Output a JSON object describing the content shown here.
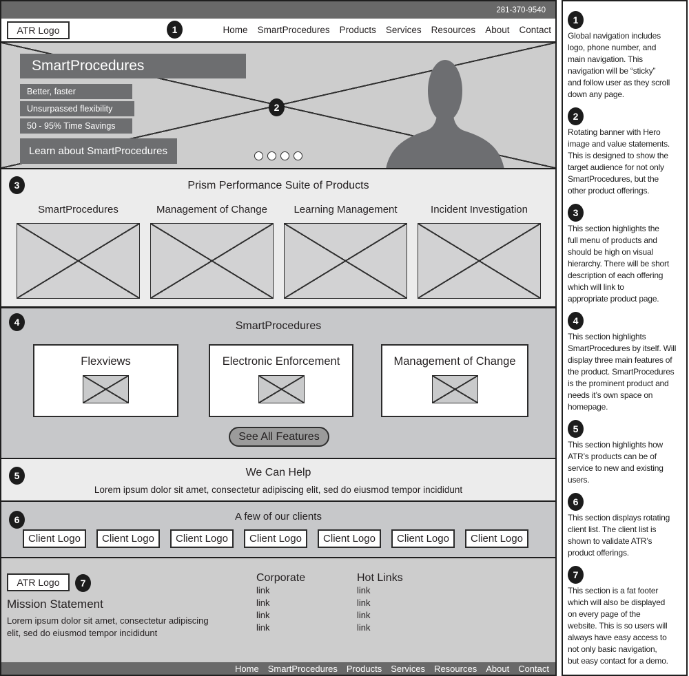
{
  "colors": {
    "bar_dark": "#696969",
    "hero_gray": "#cdcdcd",
    "box_dark": "#6d6e70",
    "section_light": "#ececec",
    "section_mid": "#c7c8ca",
    "badge_black": "#1c1c1c"
  },
  "topbar": {
    "phone": "281-370-9540"
  },
  "nav": {
    "logo": "ATR Logo",
    "items": [
      "Home",
      "SmartProcedures",
      "Products",
      "Services",
      "Resources",
      "About",
      "Contact"
    ]
  },
  "hero": {
    "title": "SmartProcedures",
    "values": [
      "Better, faster",
      "Unsurpassed flexibility",
      "50 - 95% Time Savings"
    ],
    "cta": "Learn about SmartProcedures"
  },
  "products": {
    "title": "Prism Performance Suite of Products",
    "items": [
      "SmartProcedures",
      "Management of Change",
      "Learning Management",
      "Incident Investigation"
    ]
  },
  "features": {
    "title": "SmartProcedures",
    "cards": [
      "Flexviews",
      "Electronic Enforcement",
      "Management of Change"
    ],
    "cta": "See All Features"
  },
  "help": {
    "title": "We Can Help",
    "text": "Lorem ipsum dolor sit amet, consectetur adipiscing elit, sed do eiusmod tempor incididunt"
  },
  "clients": {
    "title": "A few of our clients",
    "items": [
      "Client Logo",
      "Client Logo",
      "Client Logo",
      "Client Logo",
      "Client Logo",
      "Client Logo",
      "Client Logo"
    ]
  },
  "footer": {
    "logo": "ATR Logo",
    "mission_title": "Mission Statement",
    "mission_text": "Lorem ipsum dolor sit amet, consectetur adipiscing\nelit, sed do eiusmod tempor incididunt",
    "columns": [
      {
        "title": "Corporate",
        "links": [
          "link",
          "link",
          "link",
          "link"
        ]
      },
      {
        "title": "Hot Links",
        "links": [
          "link",
          "link",
          "link",
          "link"
        ]
      }
    ]
  },
  "bottombar": {
    "items": [
      "Home",
      "SmartProcedures",
      "Products",
      "Services",
      "Resources",
      "About",
      "Contact"
    ]
  },
  "annotations": [
    {
      "number": "1",
      "text": "Global navigation includes\nlogo, phone number, and\nmain navigation. This\nnavigation will be “sticky”\nand follow user as they scroll\ndown any page."
    },
    {
      "number": "2",
      "text": "Rotating banner with Hero\nimage and value statements.\nThis is designed to show the\ntarget audience for not only\nSmartProcedures, but the\nother product offerings."
    },
    {
      "number": "3",
      "text": "This section highlights the\nfull menu of products and\nshould be high on visual\nhierarchy. There will be short\ndescription of each offering\nwhich will link to\nappropriate product page."
    },
    {
      "number": "4",
      "text": "This section highlights\nSmartProcedures by itself. Will\ndisplay three main features of\nthe product. SmartProcedures\nis the prominent product and\nneeds it’s own space on\nhomepage."
    },
    {
      "number": "5",
      "text": "This section highlights how\nATR’s products can be of\nservice to new and existing\nusers."
    },
    {
      "number": "6",
      "text": "This section displays rotating\nclient list. The client list is\nshown to validate ATR’s\nproduct offerings."
    },
    {
      "number": "7",
      "text": "This section is a fat footer\nwhich will also be displayed\non every page of the\nwebsite. This is so users will\nalways have easy access to\nnot only basic navigation,\nbut easy contact for a demo."
    }
  ]
}
